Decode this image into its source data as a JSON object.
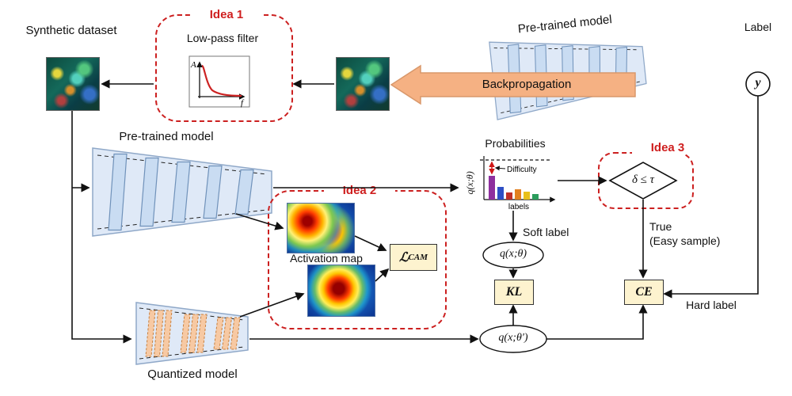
{
  "labels": {
    "synthetic_dataset": "Synthetic dataset",
    "idea1": "Idea 1",
    "low_pass": "Low-pass filter",
    "plot_y_axis": "A",
    "plot_x_axis": "f",
    "backprop": "Backpropagation",
    "pretrained_top": "Pre-trained model",
    "label": "Label",
    "y_symbol": "y",
    "pretrained_mid": "Pre-trained model",
    "probabilities": "Probabilities",
    "difficulty": "Difficulty",
    "q_axis": "q(x;θ)",
    "labels_axis": "labels",
    "idea3": "Idea 3",
    "delta_tau": "δ ≤ τ",
    "soft_label": "Soft label",
    "q_theta": "q(x;θ)",
    "kl": "KL",
    "ce": "CE",
    "true_branch": "True",
    "easy_sample": "(Easy sample)",
    "hard_label": "Hard label",
    "idea2": "Idea 2",
    "activation_map": "Activation map",
    "lcam_symbol": "ℒ",
    "lcam_sub": "CAM",
    "quantized": "Quantized model",
    "q_theta_prime": "q(x;θ′)"
  },
  "probabilities_chart": {
    "type": "bar",
    "bars": [
      {
        "color": "#8e2f9e",
        "height": 30
      },
      {
        "color": "#2e4fc5",
        "height": 16
      },
      {
        "color": "#c03028",
        "height": 9
      },
      {
        "color": "#e2801f",
        "height": 13
      },
      {
        "color": "#e8c019",
        "height": 10
      },
      {
        "color": "#2a9d5c",
        "height": 7
      }
    ],
    "x_label": "labels",
    "y_label": "q(x;θ)",
    "annotation": "Difficulty",
    "threshold_line_style": "dashed"
  },
  "colors": {
    "idea_red": "#cc2020",
    "backprop_arrow": "#f5b183",
    "loss_box_yellow": "#fdf3cf",
    "model_layer_blue": "#c9dcf2",
    "quantized_layer_orange": "#f7c9a3"
  }
}
